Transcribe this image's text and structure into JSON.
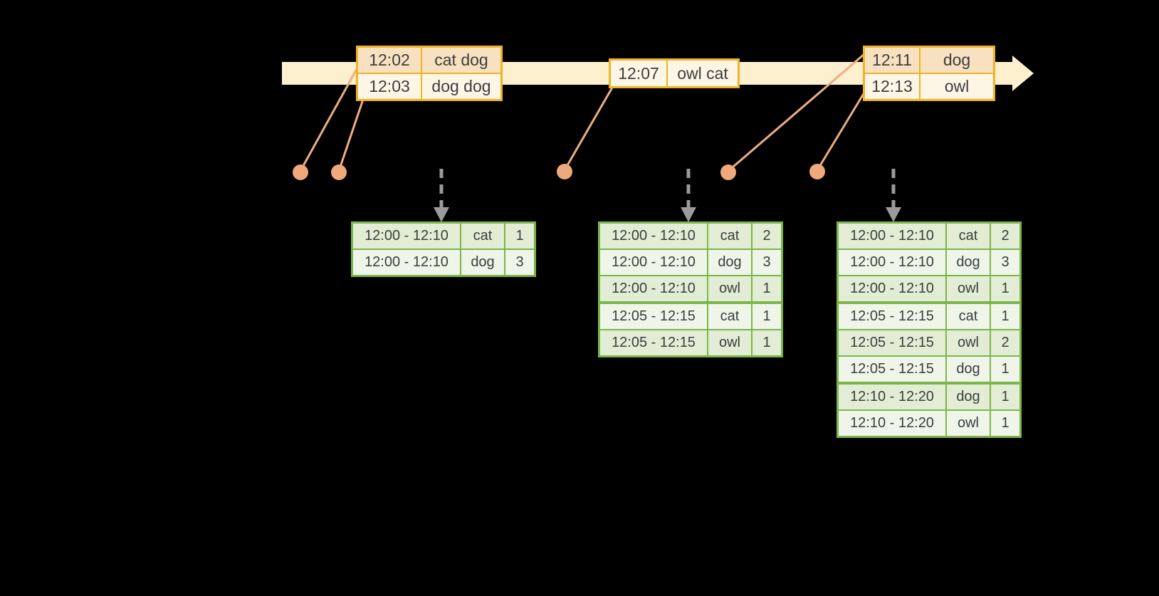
{
  "colors": {
    "background": "#000000",
    "timeline_band": "#fcf0ce",
    "event_border": "#f0b323",
    "event_row_fill_dark": "#f8e1c0",
    "event_row_fill_light": "#fdf5e6",
    "result_border": "#7ab648",
    "result_row_fill_dark": "#e3edd6",
    "result_row_fill_light": "#f0f5ea",
    "dot": "#f0a97a",
    "connector": "#eead82",
    "trigger_arrow": "#9b9b9b",
    "text": "#3d3d3d"
  },
  "timeline": {
    "event_tables": [
      {
        "rows": [
          {
            "time": "12:02",
            "words": "cat dog"
          },
          {
            "time": "12:03",
            "words": "dog dog"
          }
        ]
      },
      {
        "rows": [
          {
            "time": "12:07",
            "words": "owl cat"
          }
        ]
      },
      {
        "rows": [
          {
            "time": "12:11",
            "words": "dog"
          },
          {
            "time": "12:13",
            "words": "owl"
          }
        ]
      }
    ]
  },
  "result_tables": [
    {
      "rows": [
        {
          "window": "12:00 - 12:10",
          "word": "cat",
          "count": "1"
        },
        {
          "window": "12:00 - 12:10",
          "word": "dog",
          "count": "3"
        }
      ],
      "group_breaks": []
    },
    {
      "rows": [
        {
          "window": "12:00 - 12:10",
          "word": "cat",
          "count": "2"
        },
        {
          "window": "12:00 - 12:10",
          "word": "dog",
          "count": "3"
        },
        {
          "window": "12:00 - 12:10",
          "word": "owl",
          "count": "1"
        },
        {
          "window": "12:05 - 12:15",
          "word": "cat",
          "count": "1"
        },
        {
          "window": "12:05 - 12:15",
          "word": "owl",
          "count": "1"
        }
      ],
      "group_breaks": [
        3
      ]
    },
    {
      "rows": [
        {
          "window": "12:00 - 12:10",
          "word": "cat",
          "count": "2"
        },
        {
          "window": "12:00 - 12:10",
          "word": "dog",
          "count": "3"
        },
        {
          "window": "12:00 - 12:10",
          "word": "owl",
          "count": "1"
        },
        {
          "window": "12:05 - 12:15",
          "word": "cat",
          "count": "1"
        },
        {
          "window": "12:05 - 12:15",
          "word": "owl",
          "count": "2"
        },
        {
          "window": "12:05 - 12:15",
          "word": "dog",
          "count": "1"
        },
        {
          "window": "12:10 - 12:20",
          "word": "dog",
          "count": "1"
        },
        {
          "window": "12:10 - 12:20",
          "word": "owl",
          "count": "1"
        }
      ],
      "group_breaks": [
        3,
        6
      ]
    }
  ]
}
